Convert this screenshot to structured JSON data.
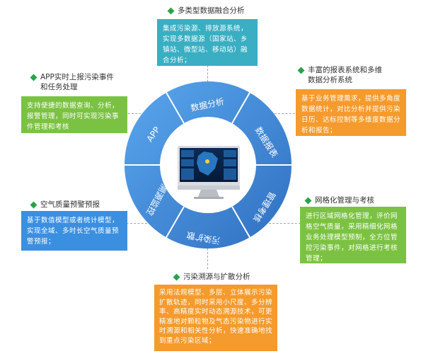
{
  "ring": {
    "segments": [
      "数据分析",
      "数据报表",
      "管理考核",
      "污染扩散",
      "溯源监控",
      "APP"
    ]
  },
  "sections": {
    "top": {
      "title": "多类型数据融合分析",
      "text": "集成污染源、排放源系统，实现多数据源（国家站、乡镇站、微型站、移动站）融合分析；"
    },
    "upper_left": {
      "title_lines": [
        "APP实时上报污染事件",
        "和任务处理"
      ],
      "text": "支持便捷的数据查询、分析，报警管理，同时可实现污染事件管理和考核"
    },
    "upper_right": {
      "title_lines": [
        "丰富的报表系统和多维",
        "数据分析系统"
      ],
      "text": "基于业务管理需求，提供多角度数据统计，对比分析并提供污染日历、达标控制等多维度数据分析和报告；"
    },
    "lower_left": {
      "title": "空气质量预警预报",
      "text": "基于数值模型或者统计模型，实现全域、多时长空气质量预警预报；"
    },
    "lower_right": {
      "title": "网格化管理与考核",
      "text": "进行区域网格化管理，评价网格空气质量，采用精细化网格业务处理模型预制，全方位管控污染事件，对网格进行考核管理；"
    },
    "bottom": {
      "title": "污染溯源与扩散分析",
      "text": "采用法规模型、多层、立体展示污染扩散轨迹，同时采用小尺度、多分辨率、高精度实时动态溯源技术，可更精准地对颗粒物及气态污染物进行实时溯源和相关性分析，快速准确地找到重点污染区域；"
    }
  },
  "colors": {
    "ring": "#3d8fe0",
    "ring_dark": "#2f6fc0",
    "teal": "#3aaec3",
    "green": "#7cc242",
    "orange": "#f59a2c",
    "blue": "#3b8fe0"
  }
}
